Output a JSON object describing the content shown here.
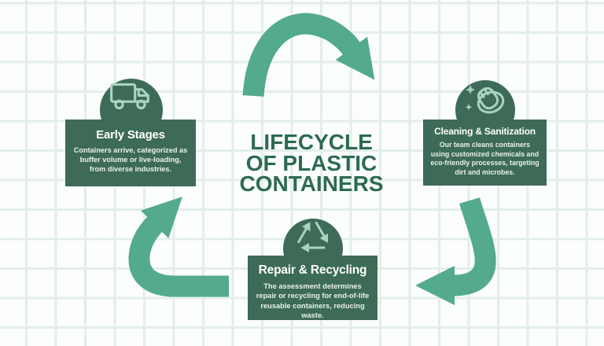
{
  "title": {
    "lines": [
      "LIFECYCLE",
      "OF PLASTIC",
      "CONTAINERS"
    ]
  },
  "stages": [
    {
      "name": "early-stages",
      "icon": "truck-icon",
      "heading": "Early Stages",
      "body": "Containers arrive, categorized as buffer volume or live-loading, from diverse industries."
    },
    {
      "name": "cleaning-sanitization",
      "icon": "cleaning-hand-sparkles-icon",
      "heading": "Cleaning & Sanitization",
      "body": "Our team cleans containers using customized chemicals and eco-friendly processes, targeting dirt and microbes."
    },
    {
      "name": "repair-recycling",
      "icon": "recycle-icon",
      "heading": "Repair & Recycling",
      "body": "The assessment determines repair or recycling for end-of-life reusable containers, reducing waste."
    }
  ],
  "arrows": [
    "top-arc-arrow",
    "right-curve-arrow",
    "left-curve-arrow"
  ],
  "colors": {
    "bg": "#fcfdfd",
    "grid-line": "#e3eeeb",
    "card-green": "#3d6b57",
    "title-green": "#2d6b4f",
    "arrow-green": "#53ab8c",
    "icon-green": "#a9d5bf",
    "heading-text": "#ffffff",
    "body-text": "#eaf1ec"
  }
}
